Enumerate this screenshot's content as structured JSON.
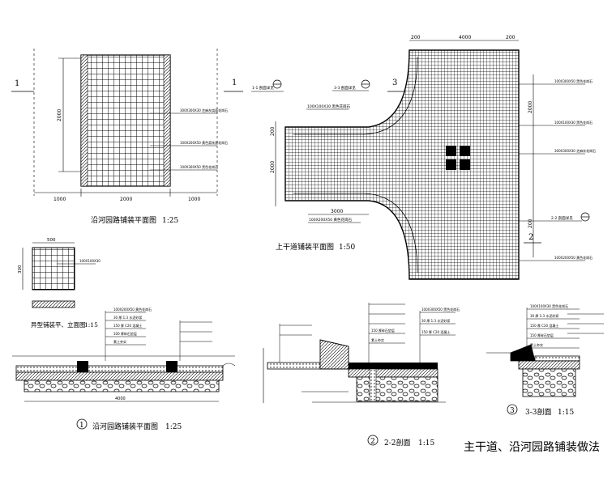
{
  "sheet_title": "主干道、沿河园路铺装做法",
  "views": {
    "river_plan": {
      "caption": "沿河园路铺装平面图",
      "scale": "1:25",
      "section_mark": "1",
      "dim_bottom": [
        "1000",
        "2000",
        "1000"
      ],
      "dim_side": "2000",
      "notes": [
        "300X300X30 芝麻灰烧面花岗石",
        "100X200X50 黄色荔枝面花岗石",
        "100X300X50 黑色花岗石"
      ]
    },
    "main_plan": {
      "caption": "上干道铺装平面图",
      "scale": "1:50",
      "section_marks": [
        "1",
        "3",
        "2"
      ],
      "dim_top": [
        "200",
        "4000",
        "200"
      ],
      "dim_left": [
        "200",
        "2000"
      ],
      "dim_right": [
        "200",
        "2000"
      ],
      "dim_inner": "3000",
      "notes_left": [
        "1-1 剖面详见",
        "3-3 剖面详见",
        "100X100X30 黑色花岗石",
        "100X200X50 黄色花岗石"
      ],
      "notes_right": [
        "100X300X50 黑色花岗石",
        "100X100X30 黑色花岗石",
        "300X300X30 芝麻灰花岗石",
        "2-2 剖面详见",
        "100X200X50 黄色花岗石"
      ]
    },
    "paving_detail": {
      "caption": "异型铺装平、立面图",
      "scale": "1:15",
      "dims_top": "500",
      "dims_left": "300",
      "note": "100X100X30"
    },
    "section_1": {
      "number": "1",
      "caption": "沿河园路铺装平面图",
      "scale": "1:25",
      "notes": [
        "100X200X50 黄色花岗石",
        "30 厚 1:3 水泥砂浆",
        "150 厚 C20 混凝土",
        "100 厚碎石垫层",
        "素土夯实"
      ],
      "dim": "4000"
    },
    "section_2": {
      "number": "2",
      "caption": "2-2剖面",
      "scale": "1:15",
      "notes": [
        "100X300X50 黑色花岗石",
        "30 厚 1:3 水泥砂浆",
        "150 厚 C20 混凝土",
        "150 厚碎石垫层",
        "素土夯实"
      ]
    },
    "section_3": {
      "number": "3",
      "caption": "3-3剖面",
      "scale": "1:15",
      "notes": [
        "100X100X30 黑色花岗石",
        "30 厚 1:3 水泥砂浆",
        "150 厚 C20 混凝土",
        "150 厚碎石垫层",
        "素土夯实"
      ]
    }
  }
}
